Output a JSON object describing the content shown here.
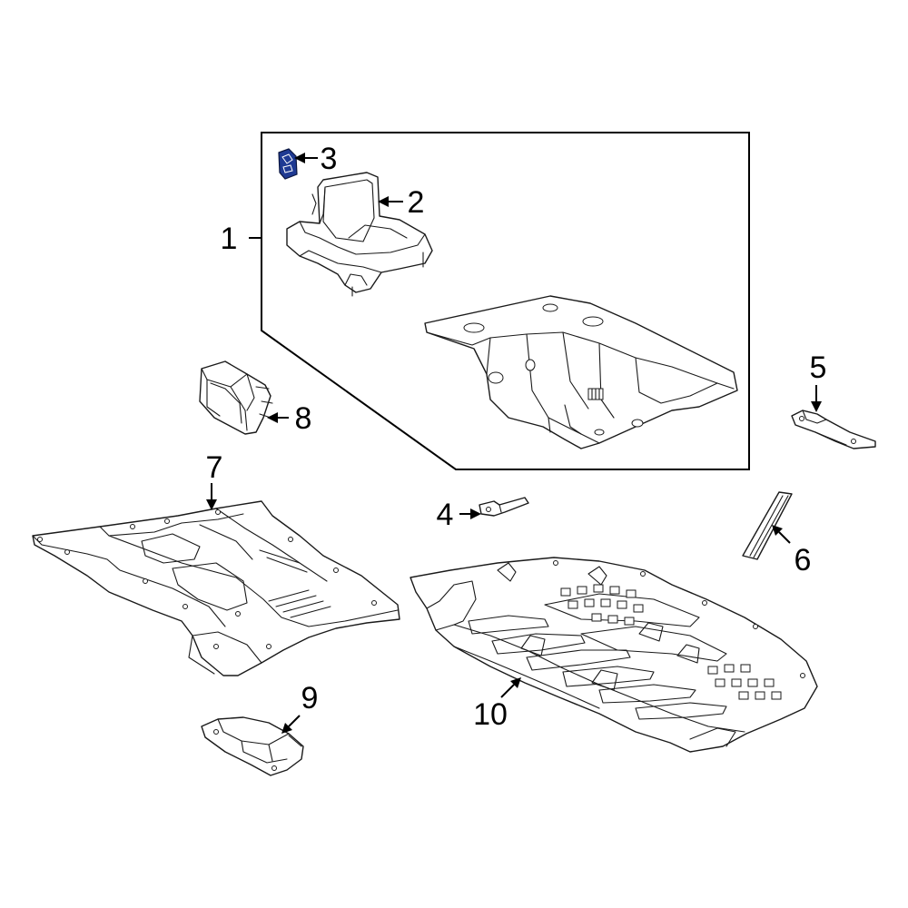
{
  "diagram": {
    "type": "exploded parts diagram",
    "highlight_color": "#1f3a93",
    "callouts": [
      {
        "id": "1",
        "label": "1"
      },
      {
        "id": "2",
        "label": "2"
      },
      {
        "id": "3",
        "label": "3"
      },
      {
        "id": "4",
        "label": "4"
      },
      {
        "id": "5",
        "label": "5"
      },
      {
        "id": "6",
        "label": "6"
      },
      {
        "id": "7",
        "label": "7"
      },
      {
        "id": "8",
        "label": "8"
      },
      {
        "id": "9",
        "label": "9"
      },
      {
        "id": "10",
        "label": "10"
      }
    ],
    "highlighted_part": "3"
  }
}
